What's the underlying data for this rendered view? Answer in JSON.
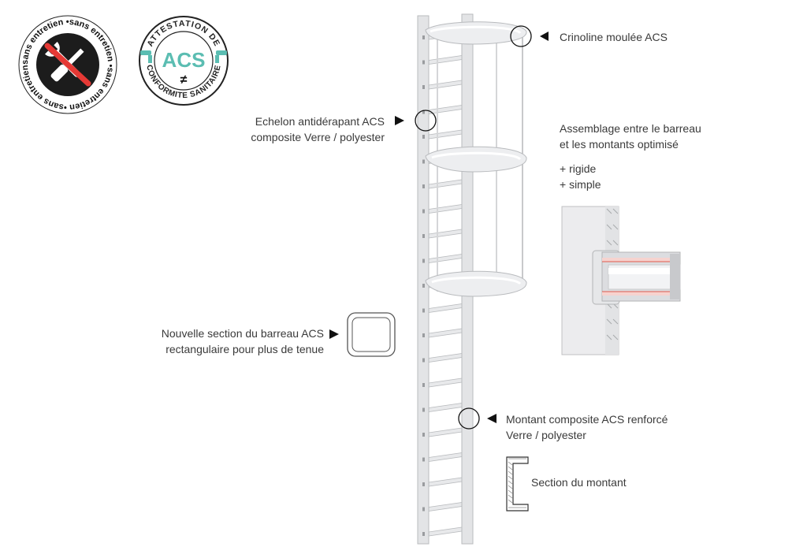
{
  "badges": {
    "maintenance": {
      "ring_text": "sans entretien •sans entretien •sans entretien •sans entretien •",
      "icon": "crossed-tools-icon"
    },
    "acs": {
      "top_text": "ATTESTATION DE",
      "bottom_text": "CONFORMITE SANITAIRE",
      "center_text": "ACS",
      "accent_color": "#5bbdb2",
      "icon": "water-tap-icon"
    }
  },
  "labels": {
    "crinoline": "Crinoline moulée ACS",
    "echelon_line1": "Echelon antidérapant ACS",
    "echelon_line2": "composite Verre / polyester",
    "assemblage_line1": "Assemblage entre le barreau",
    "assemblage_line2": "et les montants optimisé",
    "rigide": "+ rigide",
    "simple": "+ simple",
    "section_barreau_line1": "Nouvelle section du barreau ACS",
    "section_barreau_line2": "rectangulaire pour plus de tenue",
    "montant_line1": "Montant composite ACS renforcé",
    "montant_line2": "Verre / polyester",
    "section_montant": "Section du montant"
  },
  "colors": {
    "ladder": "#e3e4e6",
    "ladder_edge": "#b9bbbe",
    "callout": "#111111",
    "detail_red": "#e05a4e"
  }
}
